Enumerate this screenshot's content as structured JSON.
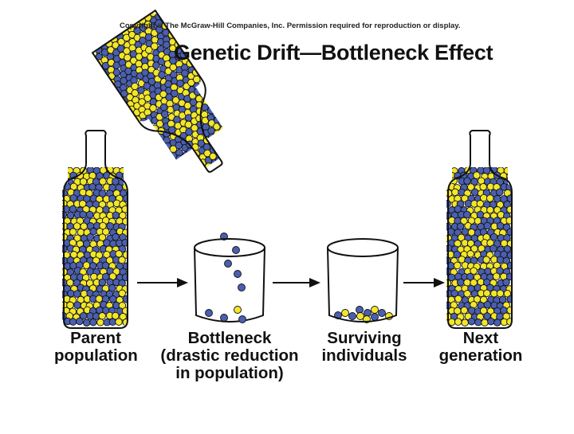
{
  "copyright": "Copyright © The McGraw-Hill Companies, Inc. Permission required for reproduction or display.",
  "title": "Genetic Drift—Bottleneck Effect",
  "stages": [
    {
      "line1": "Parent",
      "line2": "population",
      "line3": ""
    },
    {
      "line1": "Bottleneck",
      "line2": "(drastic reduction",
      "line3": "in population)"
    },
    {
      "line1": "Surviving",
      "line2": "individuals",
      "line3": ""
    },
    {
      "line1": "Next",
      "line2": "generation",
      "line3": ""
    }
  ],
  "colors": {
    "allele_blue": "#4a5fb0",
    "allele_yellow": "#f2e62a",
    "outline": "#111111"
  }
}
